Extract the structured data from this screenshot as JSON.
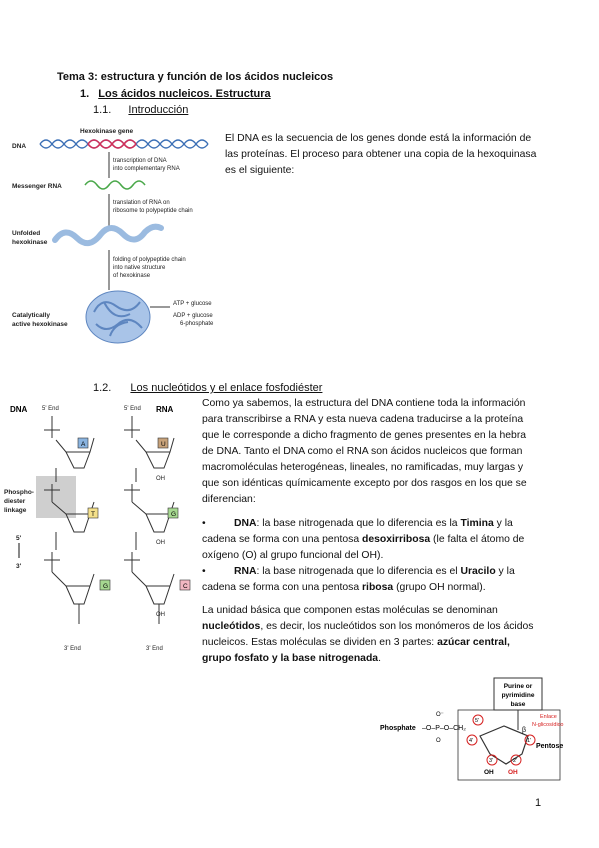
{
  "title": "Tema 3: estructura y función de los ácidos nucleicos",
  "section1": {
    "num": "1.",
    "label": "Los ácidos nucleicos. Estructura"
  },
  "sub11": {
    "num": "1.1.",
    "label": "Introducción"
  },
  "intro_text": "El DNA es la secuencia de los genes donde está la información de las proteínas. El proceso para obtener una copia de la hexoquinasa es el siguiente:",
  "fig1": {
    "dna": "DNA",
    "gene": "Hexokinase gene",
    "step1a": "transcription of DNA",
    "step1b": "into complementary RNA",
    "mrna": "Messenger RNA",
    "step2a": "translation of RNA on",
    "step2b": "ribosome to polypeptide chain",
    "unfolded1": "Unfolded",
    "unfolded2": "hexokinase",
    "step3a": "folding of polypeptide chain",
    "step3b": "into native structure",
    "step3c": "of hexokinase",
    "active1": "Catalytically",
    "active2": "active hexokinase",
    "atp": "ATP + glucose",
    "adp1": "ADP + glucose",
    "adp2": "6-phosphate"
  },
  "sub12": {
    "num": "1.2.",
    "label": "Los nucleótidos y el enlace fosfodiéster"
  },
  "fig2": {
    "dna": "DNA",
    "rna": "RNA",
    "end5": "5' End",
    "end3": "3' End",
    "linkage1": "Phospho-",
    "linkage2": "diester",
    "linkage3": "linkage",
    "five": "5'",
    "three": "3'",
    "bases_dna": [
      "A",
      "T",
      "G"
    ],
    "bases_rna": [
      "U",
      "G",
      "C"
    ],
    "oh": "OH"
  },
  "para1": "Como ya sabemos, la estructura del DNA contiene toda la información para transcribirse a RNA y esta nueva cadena traducirse a la proteína que le corresponde a dicho fragmento de genes presentes en la hebra de DNA. Tanto el DNA como el RNA son ácidos nucleicos que forman macromoléculas heterogéneas, lineales, no ramificadas, muy largas y que son idénticas químicamente excepto por dos rasgos en los que se diferencian:",
  "bullet1": {
    "term": "DNA",
    "t1": ": la base nitrogenada que lo diferencia es la ",
    "b1": "Timina",
    "t2": " y la cadena se forma con una pentosa ",
    "b2": "desoxirribosa",
    "t3": " (le falta el átomo de oxígeno (O) al grupo funcional del OH)."
  },
  "bullet2": {
    "term": "RNA",
    "t1": ": la base nitrogenada que lo diferencia es el ",
    "b1": "Uracilo",
    "t2": " y la cadena se forma con una pentosa ",
    "b2": "ribosa",
    "t3": " (grupo OH normal)."
  },
  "para2": {
    "t1": "La unidad básica que componen estas moléculas se denominan ",
    "b1": "nucleótidos",
    "t2": ", es decir, los nucleótidos son los monómeros de los ácidos nucleicos. Estas moléculas se dividen en 3 partes: ",
    "b2": "azúcar central, grupo fosfato y la base nitrogenada",
    "t3": "."
  },
  "fig3": {
    "base1": "Purine or",
    "base2": "pyrimidine",
    "base3": "base",
    "phosphate": "Phosphate",
    "enlace1": "Enlace",
    "enlace2": "N-glicosídico",
    "pentose": "Pentose",
    "beta": "β",
    "oh": "OH",
    "n5": "5'",
    "n4": "4'",
    "n3": "3'",
    "n2": "2'",
    "n1": "1'",
    "red": "#d62020"
  },
  "page_number": "1"
}
